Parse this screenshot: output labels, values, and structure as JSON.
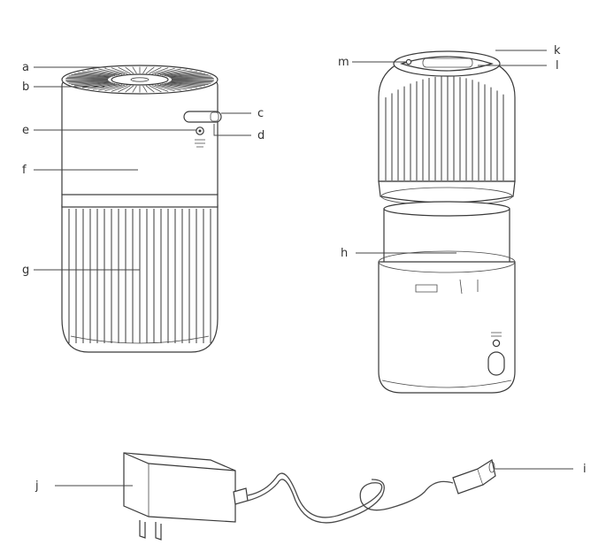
{
  "diagram": {
    "labels": {
      "a": "a",
      "b": "b",
      "c": "c",
      "d": "d",
      "e": "e",
      "f": "f",
      "g": "g",
      "h": "h",
      "i": "i",
      "j": "j",
      "k": "k",
      "l": "l",
      "m": "m"
    },
    "colors": {
      "line": "#3a3a3a",
      "text": "#333333",
      "background": "#ffffff"
    }
  }
}
